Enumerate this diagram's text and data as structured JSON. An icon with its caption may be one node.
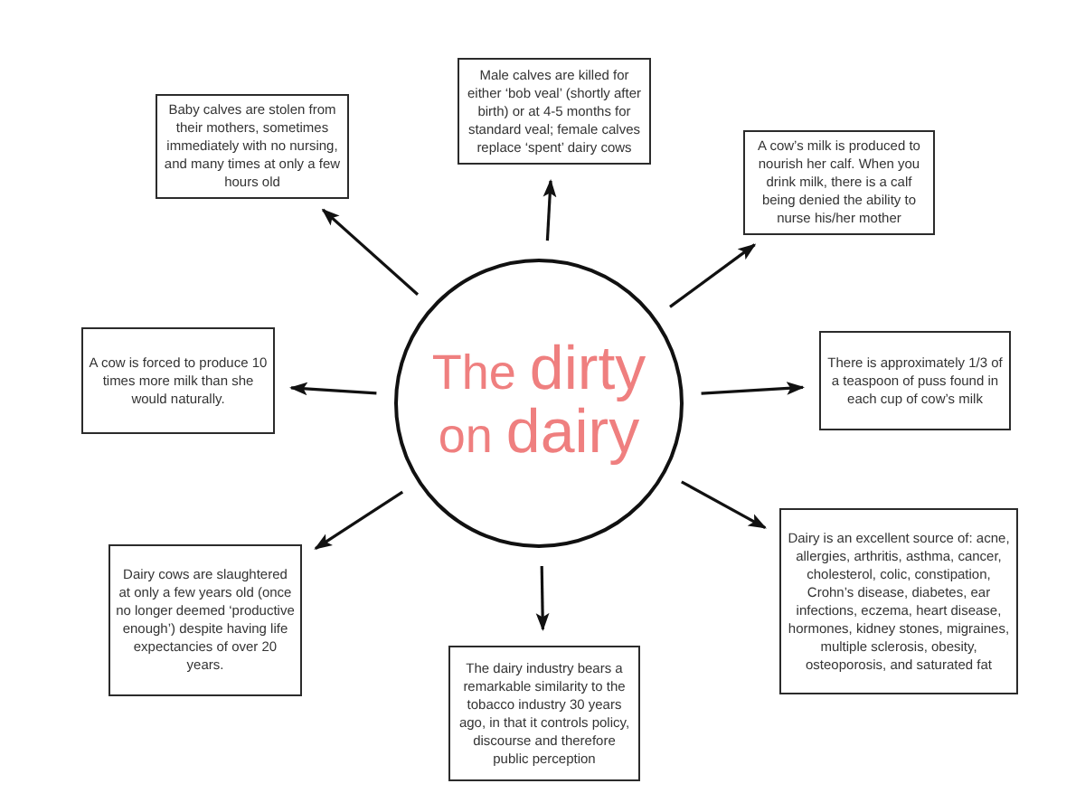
{
  "diagram": {
    "nodes": [
      {
        "text": [
          "The dirty on dairy"
        ]
      },
      {
        "text": [
          "Baby calves are stolen from their mothers, sometimes immediately with no nursing, and many times at only a few hours old"
        ]
      },
      {
        "text": [
          "Male calves are killed for either ‘bob veal’ (shortly after birth) or at 4-5 months for standard veal; female calves replace ‘spent’ dairy cows"
        ]
      },
      {
        "text": [
          "A cow’s milk is produced to nourish her calf. When you drink milk, there is a calf being denied the ability to nurse his/her mother"
        ]
      },
      {
        "text": [
          "There is approximately 1/3 of a teaspoon of puss found in each cup of cow’s milk"
        ]
      },
      {
        "text": [
          "Dairy is an excellent source of: acne, allergies, arthritis, asthma, cancer, cholesterol, colic, constipation, Crohn’s disease, diabetes, ear infections, eczema, heart disease, hormones, kidney stones, migraines, multiple sclerosis, obesity, osteoporosis, and saturated fat"
        ]
      },
      {
        "text": [
          "The dairy industry bears a remarkable similarity to the tobacco industry 30 years ago, in that it controls policy, discourse and therefore public perception"
        ]
      },
      {
        "text": [
          "Dairy cows are slaughtered at only a few years old (once no longer deemed ‘productive enough’) despite having life expectancies of over 20 years."
        ]
      },
      {
        "text": [
          "A cow is forced to produce 10 times more milk than she would naturally."
        ]
      }
    ],
    "edges": [
      {
        "from": 0,
        "to": 1,
        "arrow": "to"
      },
      {
        "from": 0,
        "to": 2,
        "arrow": "to"
      },
      {
        "from": 0,
        "to": 3,
        "arrow": "to"
      },
      {
        "from": 0,
        "to": 4,
        "arrow": "to"
      },
      {
        "from": 0,
        "to": 5,
        "arrow": "to"
      },
      {
        "from": 0,
        "to": 6,
        "arrow": "to"
      },
      {
        "from": 0,
        "to": 7,
        "arrow": "to"
      },
      {
        "from": 0,
        "to": 8,
        "arrow": "to"
      }
    ]
  }
}
